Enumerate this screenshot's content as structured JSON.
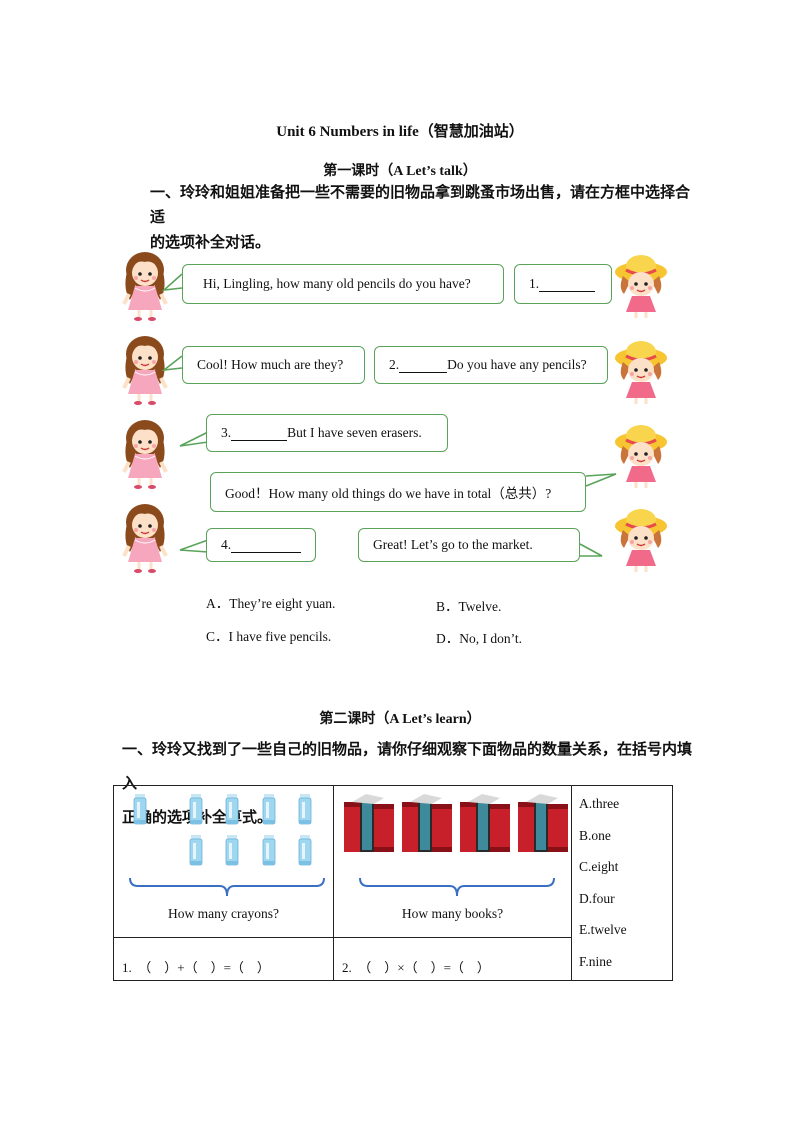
{
  "title": "Unit 6 Numbers in life（智慧加油站）",
  "lesson1": {
    "heading": "第一课时（A Let’s talk）",
    "instruction_line1": "一、玲玲和姐姐准备把一些不需要的旧物品拿到跳蚤市场出售，请在方框中选择合适",
    "instruction_line2": "的选项补全对话。",
    "dialogue": {
      "b1": "Hi, Lingling, how many old pencils do you have?",
      "b2_num": "1.",
      "b3": "Cool! How much are they?",
      "b4_num": "2.",
      "b4_text": "Do you have any pencils?",
      "b5_num": "3.",
      "b5_text": "But I have seven erasers.",
      "b6": "Good！How many old things do we have in total（总共）?",
      "b7_num": "4.",
      "b8": "Great! Let’s go to the market."
    },
    "options": {
      "A": "A．They’re eight yuan.",
      "B": "B．Twelve.",
      "C": "C．I have five pencils.",
      "D": "D．No, I don’t."
    }
  },
  "lesson2": {
    "heading": "第二课时（A Let’s learn）",
    "instruction_line1": "一、玲玲又找到了一些自己的旧物品，请你仔细观察下面物品的数量关系，在括号内填入",
    "instruction_line2": "正确的选项补全算式。",
    "cell1_caption": "How many crayons?",
    "cell2_caption": "How many books?",
    "eq1": "1.  （    ）+（    ）=（    ）",
    "eq2": "2.  （    ）×（    ）=（    ）",
    "choices": [
      "A.three",
      "B.one",
      "C.eight",
      "D.four",
      "E.twelve",
      "F.nine"
    ]
  },
  "colors": {
    "bubble_border": "#5aa35a",
    "brace": "#3a6fc4",
    "book_red": "#c8202a",
    "crayon": "#9fd6f0"
  }
}
